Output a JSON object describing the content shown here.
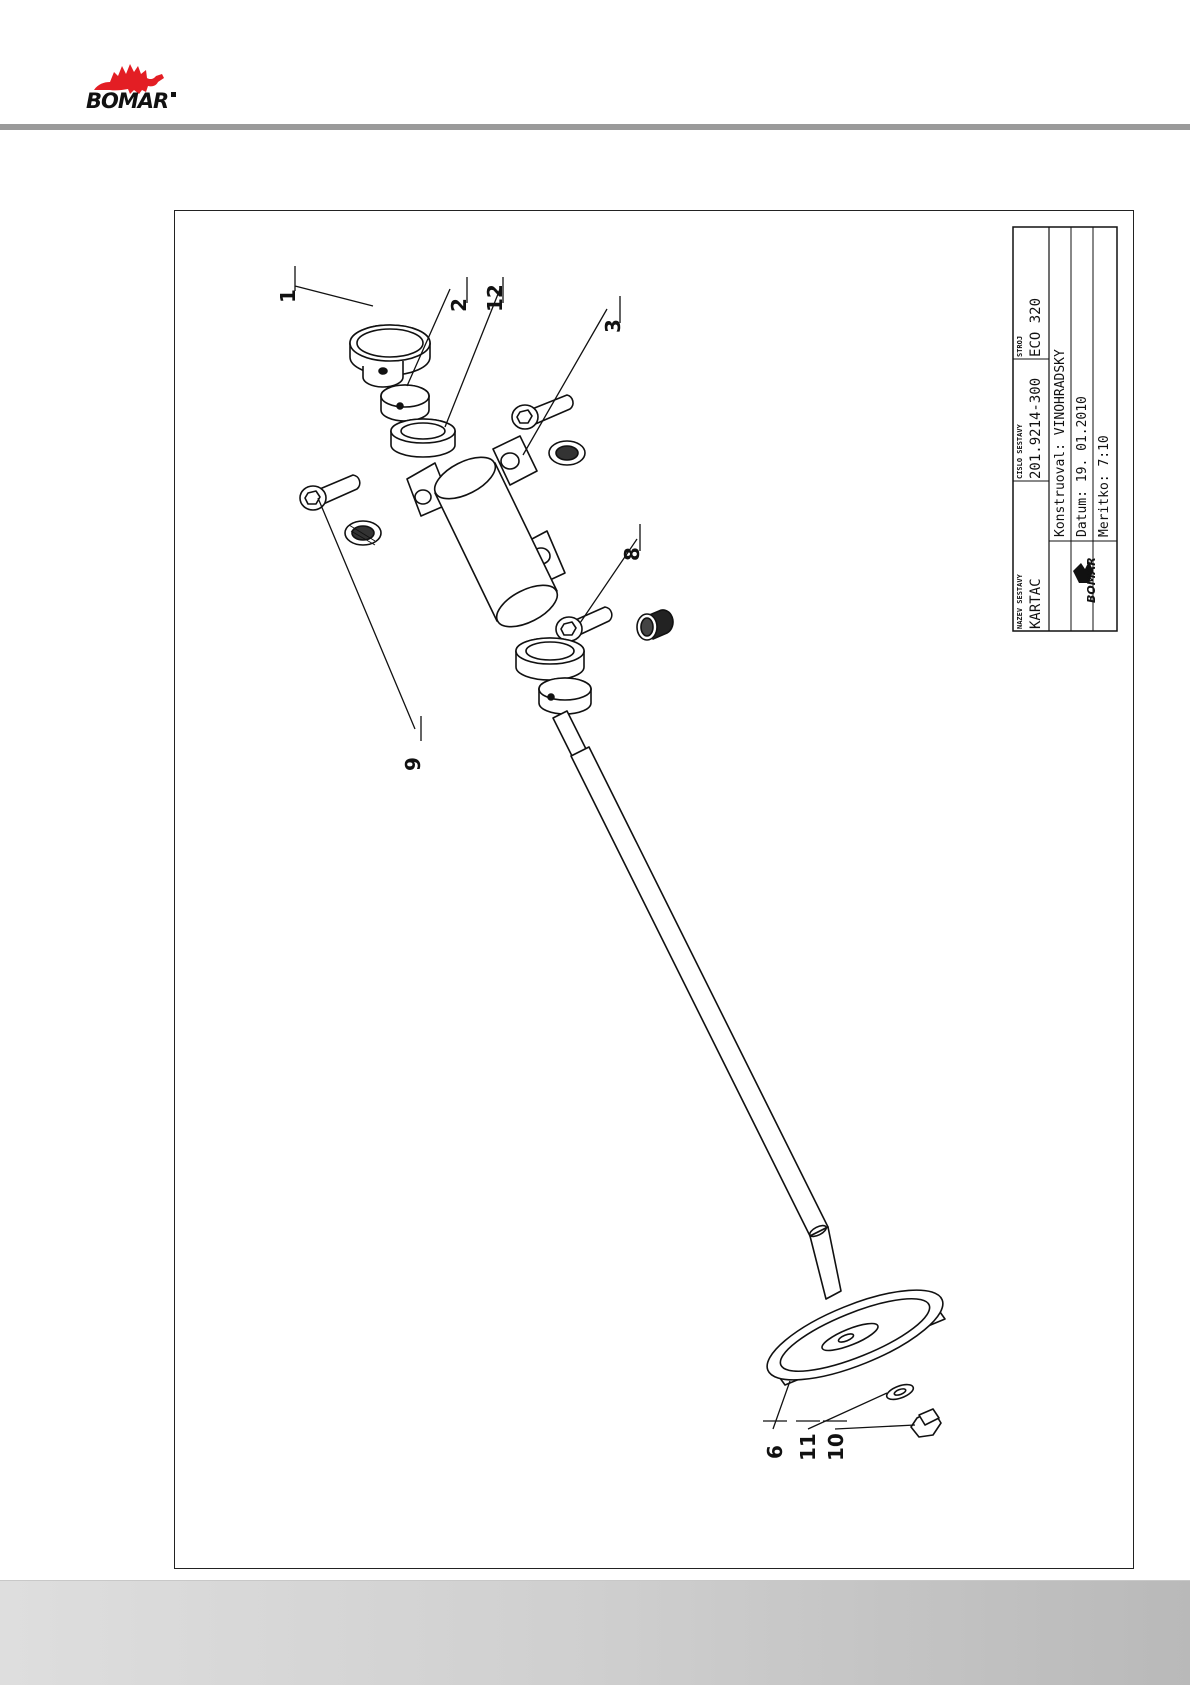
{
  "header": {
    "logo_text": "BOMAR"
  },
  "title_block": {
    "name_label": "NAZEV SESTAVY",
    "name_value": "KARTAC",
    "number_label": "CISLO SESTAVY",
    "number_value": "201.9214-300",
    "machine_label": "STROJ",
    "machine_value": "ECO 320",
    "designer": "Konstruoval: VINOHRADSKY",
    "date": "Datum:        19. 01.2010",
    "scale": "Meritko:        7:10",
    "logo_text": "BOMAR"
  },
  "callouts": [
    "1",
    "2",
    "12",
    "3",
    "9",
    "8",
    "6",
    "11",
    "10"
  ],
  "colors": {
    "rule": "#9a9a9a",
    "logo_red": "#e31e24",
    "footer": "#cfcfcf"
  }
}
